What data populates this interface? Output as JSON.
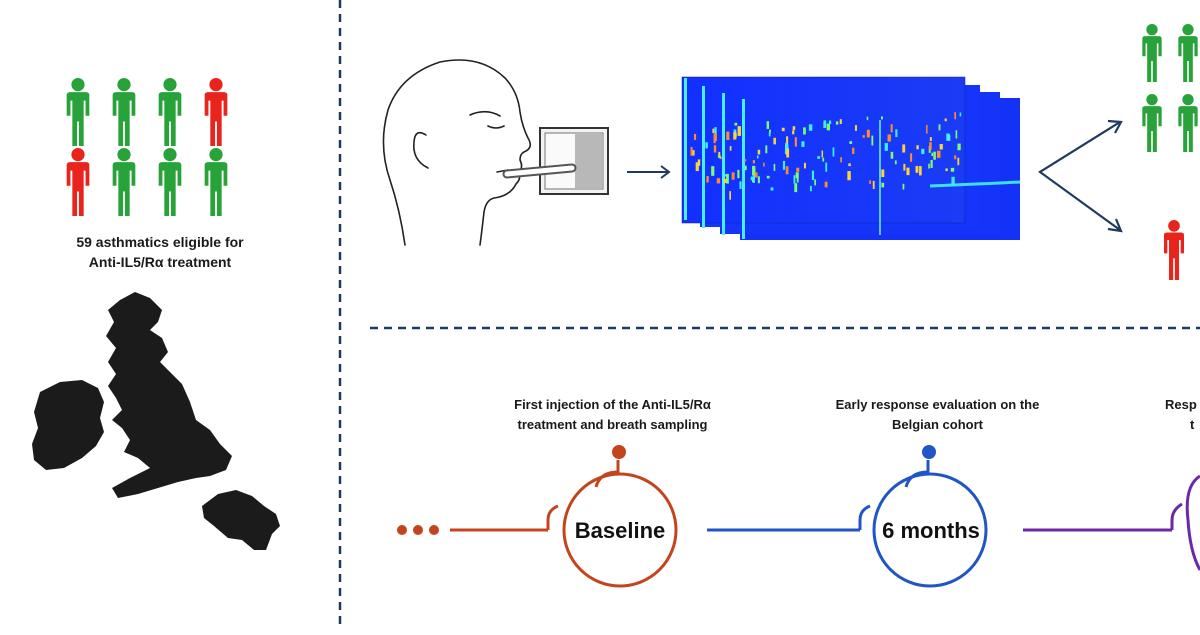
{
  "left_panel": {
    "caption_line1": "59 asthmatics eligible for",
    "caption_line2": "Anti-IL5/Rα treatment",
    "figures": [
      {
        "status": "responder",
        "color": "#27a33a"
      },
      {
        "status": "responder",
        "color": "#27a33a"
      },
      {
        "status": "responder",
        "color": "#27a33a"
      },
      {
        "status": "non-responder",
        "color": "#e8241c"
      },
      {
        "status": "non-responder",
        "color": "#e8241c"
      },
      {
        "status": "responder",
        "color": "#27a33a"
      },
      {
        "status": "responder",
        "color": "#27a33a"
      },
      {
        "status": "responder",
        "color": "#27a33a"
      }
    ],
    "map_icon": "uk-ireland-belgium-map"
  },
  "timeline": {
    "stages": [
      {
        "label": "Baseline",
        "caption_line1": "First injection of the Anti-IL5/Rα",
        "caption_line2": "treatment and breath sampling",
        "color": "#c4441e"
      },
      {
        "label": "6 months",
        "caption_line1": "Early response evaluation on the",
        "caption_line2": "Belgian cohort",
        "color": "#1f55c4"
      },
      {
        "label": "",
        "caption_line1": "Resp",
        "caption_line2": "t",
        "color": "#6a2aa8"
      }
    ]
  },
  "colors": {
    "divider": "#1e3a5f",
    "responder": "#27a33a",
    "non_responder": "#e8241c",
    "chromatogram_bg": "#1737ff"
  },
  "icons": [
    "person-breath-sampling-icon",
    "breath-bag-icon",
    "chromatogram-icon"
  ]
}
